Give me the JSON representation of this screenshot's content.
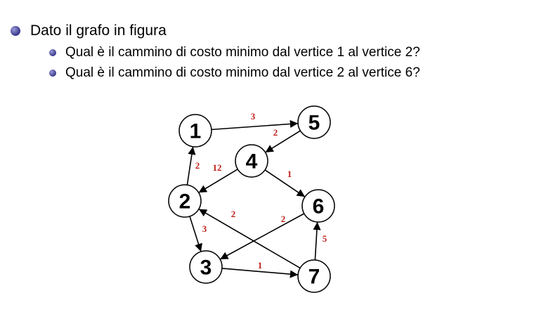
{
  "bullets": {
    "main": "Dato il grafo in figura",
    "sub": [
      "Qual è il cammino di costo minimo dal vertice 1 al vertice 2?",
      "Qual è il cammino di costo minimo dal vertice 2 al vertice 6?"
    ]
  },
  "graph": {
    "nodes": [
      "1",
      "2",
      "3",
      "4",
      "5",
      "6",
      "7"
    ],
    "edges": [
      {
        "from": "1",
        "to": "5",
        "weight": "3"
      },
      {
        "from": "5",
        "to": "4",
        "weight": "2"
      },
      {
        "from": "2",
        "to": "1",
        "weight": "2"
      },
      {
        "from": "4",
        "to": "2",
        "weight": "12"
      },
      {
        "from": "4",
        "to": "6",
        "weight": "1"
      },
      {
        "from": "2",
        "to": "3",
        "weight": "3"
      },
      {
        "from": "6",
        "to": "3",
        "weight": "2"
      },
      {
        "from": "7",
        "to": "2",
        "weight": "2"
      },
      {
        "from": "7",
        "to": "6",
        "weight": "5"
      },
      {
        "from": "3",
        "to": "7",
        "weight": "1"
      }
    ],
    "edge_color": "#000000",
    "weight_color": "#c0201a"
  }
}
